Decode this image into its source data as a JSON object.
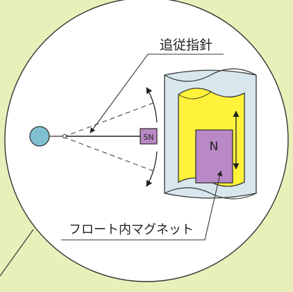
{
  "labels": {
    "follower_pointer": "追従指針",
    "float_magnet": "フロート内マグネット",
    "pointer_magnet": "SN",
    "float_pole": "N"
  },
  "colors": {
    "background": "#e9efb9",
    "circle_fill": "#ffffff",
    "outline": "#333333",
    "pipe_fill": "#d8e7ee",
    "float_fill": "#fff23a",
    "magnet_fill": "#b989c7",
    "pivot_fill": "#7fbfd0"
  }
}
